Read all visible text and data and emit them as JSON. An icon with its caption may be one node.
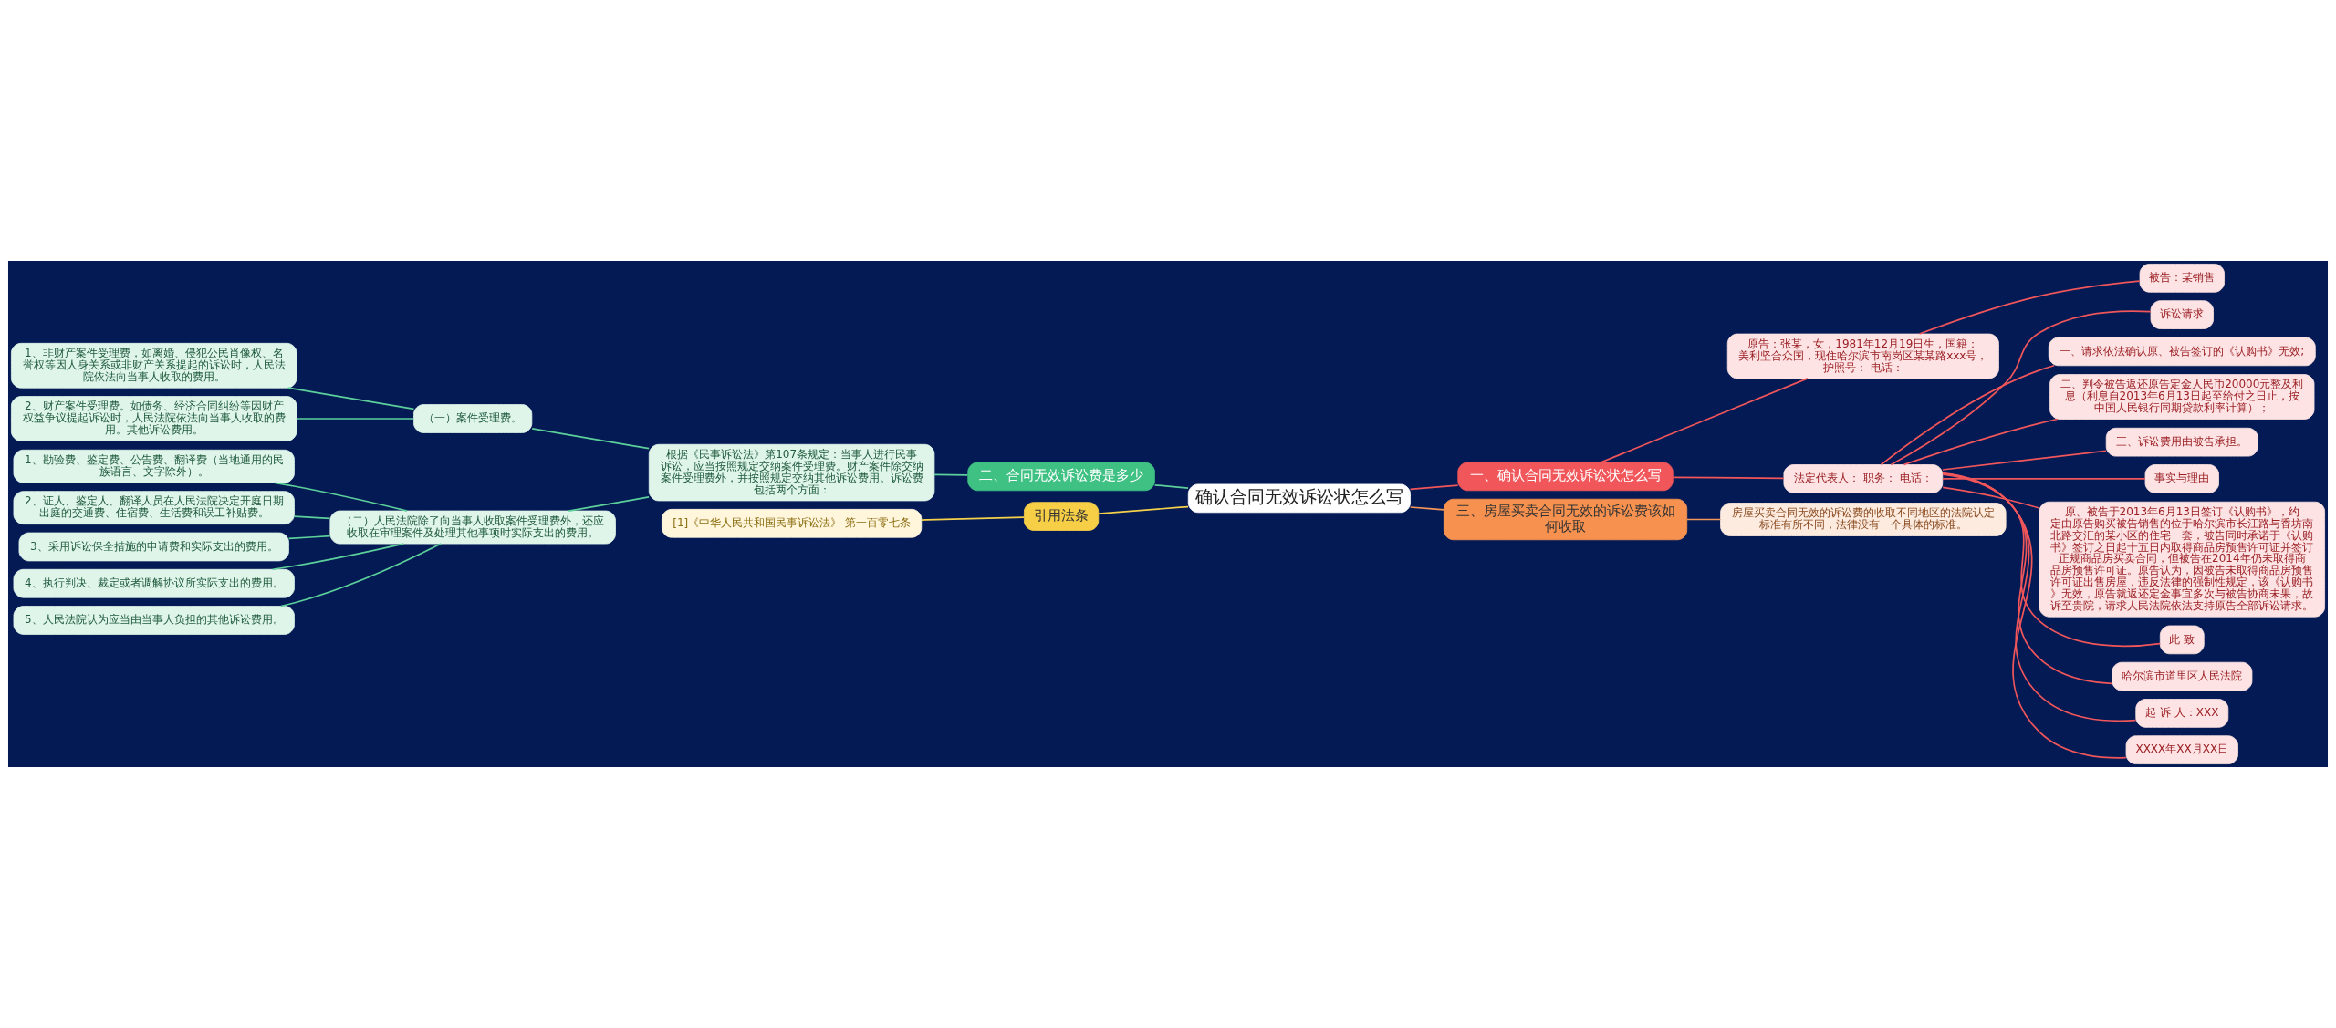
{
  "diagram": {
    "nodes": [
      {
        "text": [
          "确认合同无效诉讼状怎么写"
        ]
      },
      {
        "text": [
          "一、确认合同无效诉讼状怎么写"
        ]
      },
      {
        "text": [
          "原告：张某，女，1981年12月19日生，国籍：美利坚合众国，现住哈尔滨市南岗区某某路xxx号，护照号： 电话："
        ]
      },
      {
        "text": [
          "被告：某销售"
        ]
      },
      {
        "text": [
          "法定代表人： 职务： 电话："
        ]
      },
      {
        "text": [
          "诉讼请求"
        ]
      },
      {
        "text": [
          "一、请求依法确认原、被告签订的《认购书》无效;"
        ]
      },
      {
        "text": [
          "二、判令被告返还原告定金人民币20000元整及利息（利息自2013年6月13日起至给付之日止，按中国人民银行同期贷款利率计算）；"
        ]
      },
      {
        "text": [
          "三、诉讼费用由被告承担。"
        ]
      },
      {
        "text": [
          "事实与理由"
        ]
      },
      {
        "text": [
          "原、被告于2013年6月13日签订《认购书》，约定由原告购买被告销售的位于哈尔滨市长江路与香坊南北路交汇的某小区的住宅一套，被告同时承诺于《认购书》签订之日起十五日内取得商品房预售许可证并签订正规商品房买卖合同，但被告在2014年仍未取得商品房预售许可证。原告认为，因被告未取得商品房预售许可证出售房屋，违反法律的强制性规定，该《认购书》无效，原告就返还定金事宜多次与被告协商未果，故诉至贵院，请求人民法院依法支持原告全部诉讼请求。"
        ]
      },
      {
        "text": [
          "此 致"
        ]
      },
      {
        "text": [
          "哈尔滨市道里区人民法院"
        ]
      },
      {
        "text": [
          "起 诉 人：XXX"
        ]
      },
      {
        "text": [
          "XXXX年XX月XX日"
        ]
      },
      {
        "text": [
          "二、合同无效诉讼费是多少"
        ]
      },
      {
        "text": [
          "根据《民事诉讼法》第107条规定：当事人进行民事诉讼，应当按照规定交纳案件受理费。财产案件除交纳案件受理费外，并按照规定交纳其他诉讼费用。诉讼费包括两个方面："
        ]
      },
      {
        "text": [
          "（一）案件受理费。"
        ]
      },
      {
        "text": [
          "1、非财产案件受理费，如离婚、侵犯公民肖像权、名誉权等因人身关系或非财产关系提起的诉讼时，人民法院依法向当事人收取的费用。"
        ]
      },
      {
        "text": [
          "2、财产案件受理费。如债务、经济合同纠纷等因财产权益争议提起诉讼时，人民法院依法向当事人收取的费用。其他诉讼费用。"
        ]
      },
      {
        "text": [
          "（二）人民法院除了向当事人收取案件受理费外，还应收取在审理案件及处理其他事项时实际支出的费用。"
        ]
      },
      {
        "text": [
          "1、勘验费、鉴定费、公告费、翻译费（当地通用的民族语言、文字除外）。"
        ]
      },
      {
        "text": [
          "2、证人、鉴定人、翻译人员在人民法院决定开庭日期出庭的交通费、住宿费、生活费和误工补贴费。"
        ]
      },
      {
        "text": [
          "3、采用诉讼保全措施的申请费和实际支出的费用。"
        ]
      },
      {
        "text": [
          "4、执行判决、裁定或者调解协议所实际支出的费用。"
        ]
      },
      {
        "text": [
          "5、人民法院认为应当由当事人负担的其他诉讼费用。"
        ]
      },
      {
        "text": [
          "引用法条"
        ]
      },
      {
        "text": [
          "[1]《中华人民共和国民事诉讼法》 第一百零七条"
        ]
      },
      {
        "text": [
          "三、房屋买卖合同无效的诉讼费该如何收取"
        ]
      },
      {
        "text": [
          "房屋买卖合同无效的诉讼费的收取不同地区的法院认定标准有所不同，法律没有一个具体的标准。"
        ]
      }
    ],
    "edges": [
      {
        "from": 0,
        "to": 1,
        "arrow": "none"
      },
      {
        "from": 1,
        "to": 2,
        "arrow": "none"
      },
      {
        "from": 2,
        "to": 3,
        "arrow": "none"
      },
      {
        "from": 1,
        "to": 4,
        "arrow": "none"
      },
      {
        "from": 4,
        "to": 5,
        "arrow": "none"
      },
      {
        "from": 4,
        "to": 6,
        "arrow": "none"
      },
      {
        "from": 4,
        "to": 7,
        "arrow": "none"
      },
      {
        "from": 4,
        "to": 8,
        "arrow": "none"
      },
      {
        "from": 4,
        "to": 9,
        "arrow": "none"
      },
      {
        "from": 4,
        "to": 10,
        "arrow": "none"
      },
      {
        "from": 4,
        "to": 11,
        "arrow": "none"
      },
      {
        "from": 4,
        "to": 12,
        "arrow": "none"
      },
      {
        "from": 4,
        "to": 13,
        "arrow": "none"
      },
      {
        "from": 4,
        "to": 14,
        "arrow": "none"
      },
      {
        "from": 0,
        "to": 15,
        "arrow": "none",
        "color": "#5ccf9a"
      },
      {
        "from": 15,
        "to": 16,
        "arrow": "none",
        "color": "#5ccf9a"
      },
      {
        "from": 16,
        "to": 17,
        "arrow": "none",
        "color": "#5ccf9a"
      },
      {
        "from": 17,
        "to": 18,
        "arrow": "none",
        "color": "#5ccf9a"
      },
      {
        "from": 17,
        "to": 19,
        "arrow": "none",
        "color": "#5ccf9a"
      },
      {
        "from": 16,
        "to": 20,
        "arrow": "none",
        "color": "#5ccf9a"
      },
      {
        "from": 20,
        "to": 21,
        "arrow": "none",
        "color": "#5ccf9a"
      },
      {
        "from": 20,
        "to": 22,
        "arrow": "none",
        "color": "#5ccf9a"
      },
      {
        "from": 20,
        "to": 23,
        "arrow": "none",
        "color": "#5ccf9a"
      },
      {
        "from": 20,
        "to": 24,
        "arrow": "none",
        "color": "#5ccf9a"
      },
      {
        "from": 20,
        "to": 25,
        "arrow": "none",
        "color": "#5ccf9a"
      },
      {
        "from": 0,
        "to": 26,
        "arrow": "none",
        "color": "#f5d04a"
      },
      {
        "from": 26,
        "to": 27,
        "arrow": "none",
        "color": "#f5d04a"
      },
      {
        "from": 0,
        "to": 28,
        "arrow": "none",
        "color": "#f4955a"
      },
      {
        "from": 28,
        "to": 29,
        "arrow": "none",
        "color": "#f4955a"
      }
    ]
  }
}
